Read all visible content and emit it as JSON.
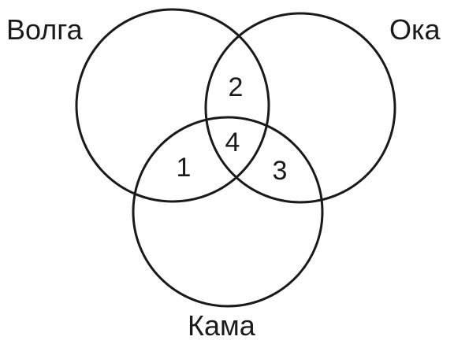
{
  "diagram": {
    "sets": [
      {
        "id": "volga",
        "label": "Волга"
      },
      {
        "id": "oka",
        "label": "Ока"
      },
      {
        "id": "kama",
        "label": "Кама"
      }
    ],
    "regions": [
      {
        "label": "1",
        "sets": [
          "volga",
          "kama"
        ]
      },
      {
        "label": "2",
        "sets": [
          "volga",
          "oka"
        ]
      },
      {
        "label": "3",
        "sets": [
          "oka",
          "kama"
        ]
      },
      {
        "label": "4",
        "sets": [
          "volga",
          "oka",
          "kama"
        ]
      }
    ]
  }
}
